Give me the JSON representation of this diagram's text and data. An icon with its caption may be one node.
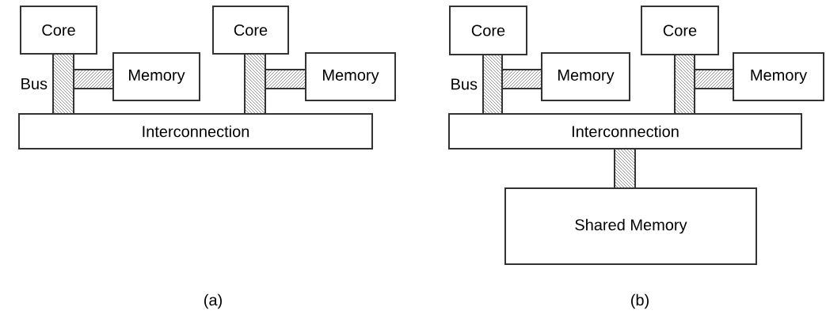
{
  "diagram": {
    "nodes": [
      {
        "text": [
          "Core"
        ]
      },
      {
        "text": [],
        "shape": "bar",
        "beside": [
          "Bus"
        ]
      },
      {
        "text": [],
        "shape": "bar"
      },
      {
        "text": [
          "Memory"
        ]
      },
      {
        "text": [
          "Core"
        ]
      },
      {
        "text": [],
        "shape": "bar"
      },
      {
        "text": [],
        "shape": "bar"
      },
      {
        "text": [
          "Memory"
        ]
      },
      {
        "text": [
          "Interconnection"
        ]
      },
      {
        "text": [
          "Core"
        ]
      },
      {
        "text": [],
        "shape": "bar",
        "beside": [
          "Bus"
        ]
      },
      {
        "text": [],
        "shape": "bar"
      },
      {
        "text": [
          "Memory"
        ]
      },
      {
        "text": [
          "Core"
        ]
      },
      {
        "text": [],
        "shape": "bar"
      },
      {
        "text": [],
        "shape": "bar"
      },
      {
        "text": [
          "Memory"
        ]
      },
      {
        "text": [
          "Interconnection"
        ]
      },
      {
        "text": [],
        "shape": "bar"
      },
      {
        "text": [
          "Shared Memory"
        ]
      }
    ],
    "labels": [
      "(a)",
      "(b)"
    ]
  }
}
